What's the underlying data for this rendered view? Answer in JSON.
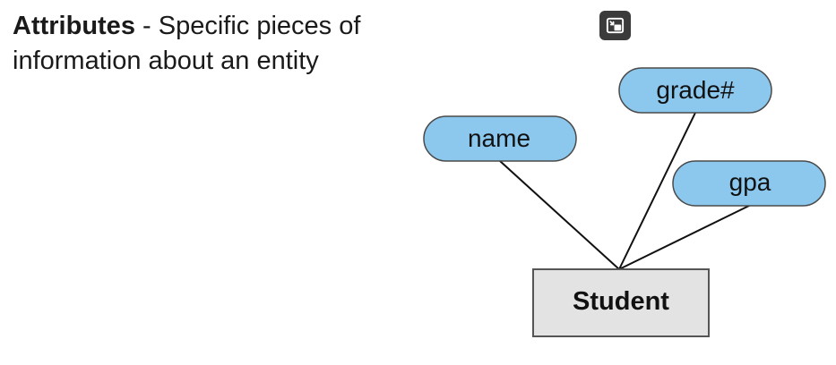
{
  "slide": {
    "term": "Attributes",
    "definition": " - Specific pieces of information about an entity"
  },
  "toolbar": {
    "exit_fullscreen_icon": "exit-fullscreen-icon",
    "icon_color": "#ffffff",
    "button_color": "#3b3b3b"
  },
  "diagram": {
    "entity": {
      "label": "Student",
      "fill": "#e3e3e3",
      "stroke": "#555555"
    },
    "attributes": [
      {
        "label": "name",
        "fill": "#8cc8ee",
        "stroke": "#4a4a4a"
      },
      {
        "label": "grade#",
        "fill": "#8cc8ee",
        "stroke": "#4a4a4a"
      },
      {
        "label": "gpa",
        "fill": "#8cc8ee",
        "stroke": "#4a4a4a"
      }
    ],
    "connector_color": "#111111"
  }
}
